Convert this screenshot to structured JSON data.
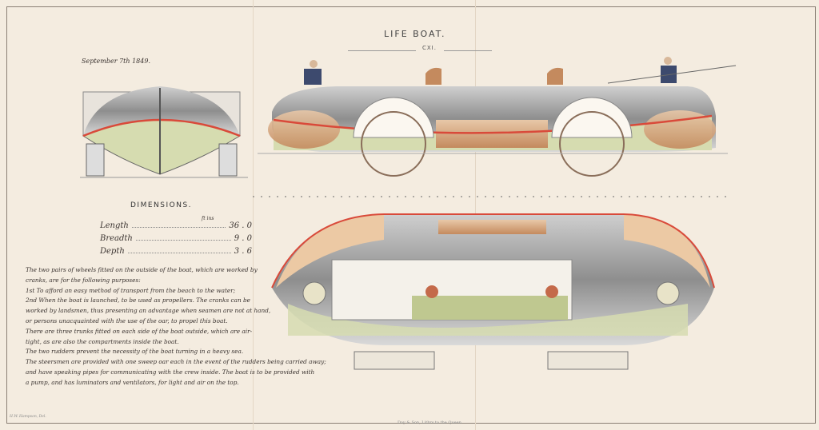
{
  "title": "LIFE BOAT.",
  "plate_number": "CXI.",
  "date": "September 7th 1849.",
  "dimensions": {
    "heading": "DIMENSIONS.",
    "units": "ft   ins",
    "rows": [
      {
        "label": "Length",
        "value": "36 . 0"
      },
      {
        "label": "Breadth",
        "value": "9 . 0"
      },
      {
        "label": "Depth",
        "value": "3 . 6"
      }
    ]
  },
  "description": [
    "The two pairs of wheels fitted on the outside of the boat, which are worked by",
    "cranks, are for the following purposes:",
    "1st To afford an easy method of transport from the beach to the water;",
    "2nd When the boat is launched, to be used as propellers. The cranks can be",
    "worked by landsmen, thus presenting an advantage when seamen are not at hand,",
    "or persons unacquainted with the use of the oar, to propel this boat.",
    "    There are three trunks fitted on each side of the boat outside, which are air-",
    "tight, as are also the compartments inside the boat.",
    "    The two rudders prevent the necessity of the boat turning in a heavy sea.",
    "    The steersmen are provided with one sweep oar each in the event of the rudders being carried away;",
    "and have speaking pipes for communicating with the crew inside.  The boat is to be provided with",
    "a pump, and has luminators and ventilators, for light and air on the top."
  ],
  "credit": "H.W. Hampson, Del.",
  "printer": "Day & Son, Lithrs to the Queen."
}
